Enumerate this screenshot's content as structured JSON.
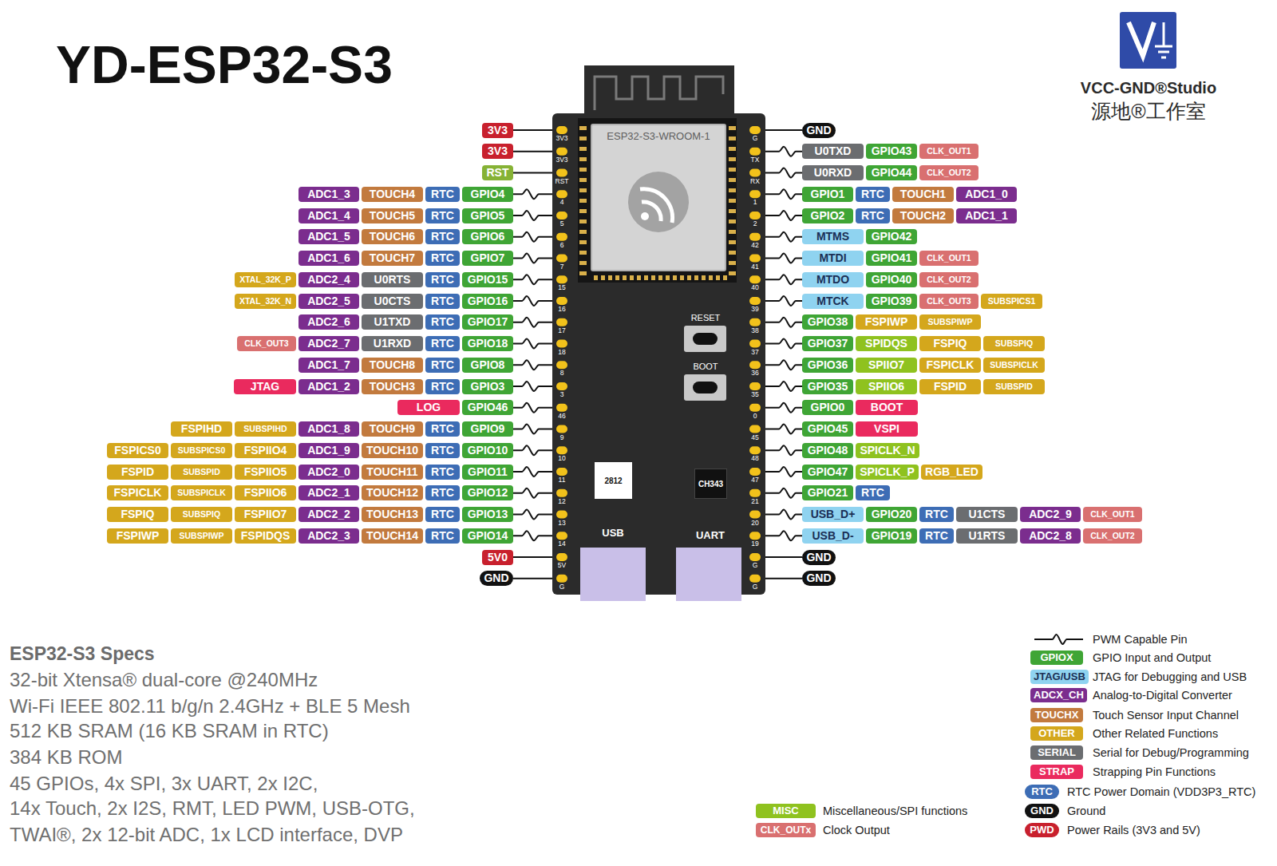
{
  "diagram": {
    "title": "YD-ESP32-S3",
    "nodes": [
      {
        "text": [
          "RESET",
          "BOOT",
          "USB",
          "UART"
        ]
      },
      {
        "text": [
          "ESP32-S3-WROOM-1"
        ],
        "in": 0
      },
      {
        "text": [
          "2812"
        ],
        "in": 0
      },
      {
        "text": [
          "CH343"
        ],
        "in": 0
      },
      {
        "text": [
          "3V3"
        ]
      },
      {
        "text": [
          "GND"
        ]
      },
      {
        "text": [
          "3V3"
        ]
      },
      {
        "text": [
          "U0TXD"
        ]
      },
      {
        "text": [
          "GPIO43"
        ]
      },
      {
        "text": [
          "CLK_OUT1"
        ]
      },
      {
        "text": [
          "RST"
        ]
      },
      {
        "text": [
          "U0RXD"
        ]
      },
      {
        "text": [
          "GPIO44"
        ]
      },
      {
        "text": [
          "CLK_OUT2"
        ]
      },
      {
        "text": [
          "ADC1_3"
        ]
      },
      {
        "text": [
          "TOUCH4"
        ]
      },
      {
        "text": [
          "RTC"
        ]
      },
      {
        "text": [
          "GPIO4"
        ]
      },
      {
        "text": [
          "GPIO1"
        ]
      },
      {
        "text": [
          "RTC"
        ]
      },
      {
        "text": [
          "TOUCH1"
        ]
      },
      {
        "text": [
          "ADC1_0"
        ]
      },
      {
        "text": [
          "ADC1_4"
        ]
      },
      {
        "text": [
          "TOUCH5"
        ]
      },
      {
        "text": [
          "RTC"
        ]
      },
      {
        "text": [
          "GPIO5"
        ]
      },
      {
        "text": [
          "GPIO2"
        ]
      },
      {
        "text": [
          "RTC"
        ]
      },
      {
        "text": [
          "TOUCH2"
        ]
      },
      {
        "text": [
          "ADC1_1"
        ]
      },
      {
        "text": [
          "ADC1_5"
        ]
      },
      {
        "text": [
          "TOUCH6"
        ]
      },
      {
        "text": [
          "RTC"
        ]
      },
      {
        "text": [
          "GPIO6"
        ]
      },
      {
        "text": [
          "MTMS"
        ]
      },
      {
        "text": [
          "GPIO42"
        ]
      },
      {
        "text": [
          "ADC1_6"
        ]
      },
      {
        "text": [
          "TOUCH7"
        ]
      },
      {
        "text": [
          "RTC"
        ]
      },
      {
        "text": [
          "GPIO7"
        ]
      },
      {
        "text": [
          "MTDI"
        ]
      },
      {
        "text": [
          "GPIO41"
        ]
      },
      {
        "text": [
          "CLK_OUT1"
        ]
      },
      {
        "text": [
          "XTAL_32K_P"
        ]
      },
      {
        "text": [
          "ADC2_4"
        ]
      },
      {
        "text": [
          "U0RTS"
        ]
      },
      {
        "text": [
          "RTC"
        ]
      },
      {
        "text": [
          "GPIO15"
        ]
      },
      {
        "text": [
          "MTDO"
        ]
      },
      {
        "text": [
          "GPIO40"
        ]
      },
      {
        "text": [
          "CLK_OUT2"
        ]
      },
      {
        "text": [
          "XTAL_32K_N"
        ]
      },
      {
        "text": [
          "ADC2_5"
        ]
      },
      {
        "text": [
          "U0CTS"
        ]
      },
      {
        "text": [
          "RTC"
        ]
      },
      {
        "text": [
          "GPIO16"
        ]
      },
      {
        "text": [
          "MTCK"
        ]
      },
      {
        "text": [
          "GPIO39"
        ]
      },
      {
        "text": [
          "CLK_OUT3"
        ]
      },
      {
        "text": [
          "SUBSPICS1"
        ]
      },
      {
        "text": [
          "ADC2_6"
        ]
      },
      {
        "text": [
          "U1TXD"
        ]
      },
      {
        "text": [
          "RTC"
        ]
      },
      {
        "text": [
          "GPIO17"
        ]
      },
      {
        "text": [
          "GPIO38"
        ]
      },
      {
        "text": [
          "FSPIWP"
        ]
      },
      {
        "text": [
          "SUBSPIWP"
        ]
      },
      {
        "text": [
          "CLK_OUT3"
        ]
      },
      {
        "text": [
          "ADC2_7"
        ]
      },
      {
        "text": [
          "U1RXD"
        ]
      },
      {
        "text": [
          "RTC"
        ]
      },
      {
        "text": [
          "GPIO18"
        ]
      },
      {
        "text": [
          "GPIO37"
        ]
      },
      {
        "text": [
          "SPIDQS"
        ]
      },
      {
        "text": [
          "FSPIQ"
        ]
      },
      {
        "text": [
          "SUBSPIQ"
        ]
      },
      {
        "text": [
          "ADC1_7"
        ]
      },
      {
        "text": [
          "TOUCH8"
        ]
      },
      {
        "text": [
          "RTC"
        ]
      },
      {
        "text": [
          "GPIO8"
        ]
      },
      {
        "text": [
          "GPIO36"
        ]
      },
      {
        "text": [
          "SPIIO7"
        ]
      },
      {
        "text": [
          "FSPICLK"
        ]
      },
      {
        "text": [
          "SUBSPICLK"
        ]
      },
      {
        "text": [
          "JTAG"
        ]
      },
      {
        "text": [
          "ADC1_2"
        ]
      },
      {
        "text": [
          "TOUCH3"
        ]
      },
      {
        "text": [
          "RTC"
        ]
      },
      {
        "text": [
          "GPIO3"
        ]
      },
      {
        "text": [
          "GPIO35"
        ]
      },
      {
        "text": [
          "SPIIO6"
        ]
      },
      {
        "text": [
          "FSPID"
        ]
      },
      {
        "text": [
          "SUBSPID"
        ]
      },
      {
        "text": [
          "LOG"
        ]
      },
      {
        "text": [
          "GPIO46"
        ]
      },
      {
        "text": [
          "GPIO0"
        ]
      },
      {
        "text": [
          "BOOT"
        ]
      },
      {
        "text": [
          "FSPIHD"
        ]
      },
      {
        "text": [
          "SUBSPIHD"
        ]
      },
      {
        "text": [
          "ADC1_8"
        ]
      },
      {
        "text": [
          "TOUCH9"
        ]
      },
      {
        "text": [
          "RTC"
        ]
      },
      {
        "text": [
          "GPIO9"
        ]
      },
      {
        "text": [
          "GPIO45"
        ]
      },
      {
        "text": [
          "VSPI"
        ]
      },
      {
        "text": [
          "FSPICS0"
        ]
      },
      {
        "text": [
          "SUBSPICS0"
        ]
      },
      {
        "text": [
          "FSPIIO4"
        ]
      },
      {
        "text": [
          "ADC1_9"
        ]
      },
      {
        "text": [
          "TOUCH10"
        ]
      },
      {
        "text": [
          "RTC"
        ]
      },
      {
        "text": [
          "GPIO10"
        ]
      },
      {
        "text": [
          "GPIO48"
        ]
      },
      {
        "text": [
          "SPICLK_N"
        ]
      },
      {
        "text": [
          "FSPID"
        ]
      },
      {
        "text": [
          "SUBSPID"
        ]
      },
      {
        "text": [
          "FSPIIO5"
        ]
      },
      {
        "text": [
          "ADC2_0"
        ]
      },
      {
        "text": [
          "TOUCH11"
        ]
      },
      {
        "text": [
          "RTC"
        ]
      },
      {
        "text": [
          "GPIO11"
        ]
      },
      {
        "text": [
          "GPIO47"
        ]
      },
      {
        "text": [
          "SPICLK_P"
        ]
      },
      {
        "text": [
          "RGB_LED"
        ]
      },
      {
        "text": [
          "FSPICLK"
        ]
      },
      {
        "text": [
          "SUBSPICLK"
        ]
      },
      {
        "text": [
          "FSPIIO6"
        ]
      },
      {
        "text": [
          "ADC2_1"
        ]
      },
      {
        "text": [
          "TOUCH12"
        ]
      },
      {
        "text": [
          "RTC"
        ]
      },
      {
        "text": [
          "GPIO12"
        ]
      },
      {
        "text": [
          "GPIO21"
        ]
      },
      {
        "text": [
          "RTC"
        ]
      },
      {
        "text": [
          "FSPIQ"
        ]
      },
      {
        "text": [
          "SUBSPIQ"
        ]
      },
      {
        "text": [
          "FSPIIO7"
        ]
      },
      {
        "text": [
          "ADC2_2"
        ]
      },
      {
        "text": [
          "TOUCH13"
        ]
      },
      {
        "text": [
          "RTC"
        ]
      },
      {
        "text": [
          "GPIO13"
        ]
      },
      {
        "text": [
          "USB_D+"
        ]
      },
      {
        "text": [
          "GPIO20"
        ]
      },
      {
        "text": [
          "RTC"
        ]
      },
      {
        "text": [
          "U1CTS"
        ]
      },
      {
        "text": [
          "ADC2_9"
        ]
      },
      {
        "text": [
          "CLK_OUT1"
        ]
      },
      {
        "text": [
          "FSPIWP"
        ]
      },
      {
        "text": [
          "SUBSPIWP"
        ]
      },
      {
        "text": [
          "FSPIDQS"
        ]
      },
      {
        "text": [
          "ADC2_3"
        ]
      },
      {
        "text": [
          "TOUCH14"
        ]
      },
      {
        "text": [
          "RTC"
        ]
      },
      {
        "text": [
          "GPIO14"
        ]
      },
      {
        "text": [
          "USB_D-"
        ]
      },
      {
        "text": [
          "GPIO19"
        ]
      },
      {
        "text": [
          "RTC"
        ]
      },
      {
        "text": [
          "U1RTS"
        ]
      },
      {
        "text": [
          "ADC2_8"
        ]
      },
      {
        "text": [
          "CLK_OUT2"
        ]
      },
      {
        "text": [
          "5V0"
        ]
      },
      {
        "text": [
          "GND"
        ]
      },
      {
        "text": [
          "GND"
        ]
      },
      {
        "text": [
          "GND"
        ]
      }
    ],
    "labels": [
      "VCC-GND®Studio",
      "源地®工作室",
      "3V3",
      "3V3",
      "RST",
      "4",
      "5",
      "6",
      "7",
      "15",
      "16",
      "17",
      "18",
      "8",
      "3",
      "46",
      "9",
      "10",
      "11",
      "12",
      "13",
      "14",
      "5V",
      "G",
      "G",
      "TX",
      "RX",
      "1",
      "2",
      "42",
      "41",
      "40",
      "39",
      "38",
      "37",
      "36",
      "35",
      "0",
      "45",
      "48",
      "47",
      "21",
      "20",
      "19",
      "G",
      "G",
      "ESP32-S3 Specs",
      "32-bit Xtensa® dual-core @240MHz",
      "Wi-Fi IEEE 802.11 b/g/n 2.4GHz + BLE 5 Mesh",
      "512 KB SRAM (16 KB SRAM in RTC)",
      "384 KB ROM",
      "45 GPIOs, 4x SPI, 3x UART, 2x I2C,",
      "14x Touch, 2x I2S, RMT, LED PWM, USB-OTG,",
      "TWAI®, 2x 12-bit ADC, 1x LCD interface, DVP",
      "GPIOX",
      "JTAG/USB",
      "ADCX_CH",
      "TOUCHX",
      "OTHER",
      "SERIAL",
      "STRAP",
      "RTC",
      "GND",
      "PWD",
      "MISC",
      "CLK_OUTx"
    ],
    "legend": [
      {
        "text": "PWM Capable Pin"
      },
      {
        "text": "GPIO Input and Output",
        "color": "#3fa535"
      },
      {
        "text": "JTAG for Debugging and USB",
        "color": "#8fd3f0"
      },
      {
        "text": "Analog-to-Digital Converter",
        "color": "#7b2d8e"
      },
      {
        "text": "Touch Sensor Input Channel",
        "color": "#c27a3e"
      },
      {
        "text": "Other Related Functions",
        "color": "#d4a71c"
      },
      {
        "text": "Serial for Debug/Programming",
        "color": "#6b6d70"
      },
      {
        "text": "Strapping Pin Functions",
        "color": "#ea2a5e"
      },
      {
        "text": "RTC Power Domain (VDD3P3_RTC)",
        "color": "#3d6db5"
      },
      {
        "text": "Ground",
        "color": "#111111"
      },
      {
        "text": "Power Rails (3V3 and 5V)",
        "color": "#c8202d"
      },
      {
        "text": "Miscellaneous/SPI functions",
        "color": "#8fc21f"
      },
      {
        "text": "Clock Output",
        "color": "#d97070"
      }
    ]
  }
}
